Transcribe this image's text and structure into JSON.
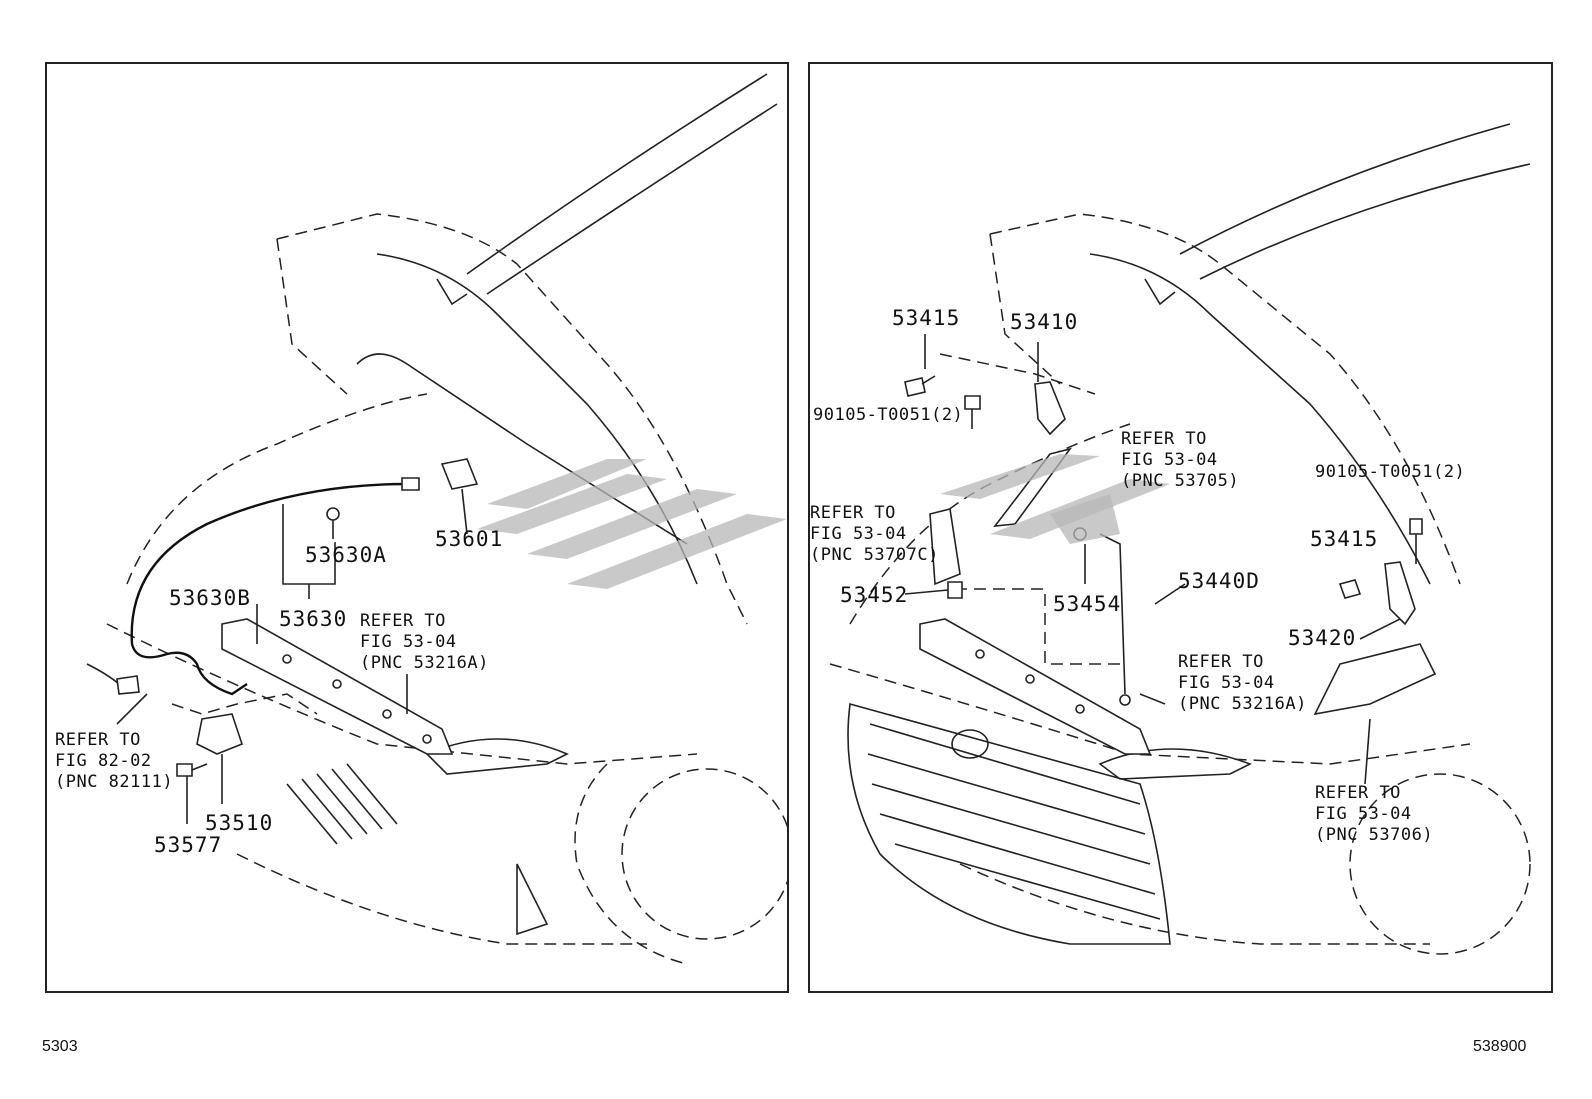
{
  "left_panel": {
    "labels": {
      "p53601": "53601",
      "p53630A": "53630A",
      "p53630": "53630",
      "p53630B": "53630B",
      "p53510": "53510",
      "p53577": "53577",
      "refer_82_l1": "REFER TO",
      "refer_82_l2": "FIG 82-02",
      "refer_82_l3": "(PNC 82111)",
      "refer_216_l1": "REFER TO",
      "refer_216_l2": "FIG 53-04",
      "refer_216_l3": "(PNC 53216A)"
    }
  },
  "right_panel": {
    "labels": {
      "p53415_top": "53415",
      "p53410": "53410",
      "bolt_left": "90105-T0051(2)",
      "refer_705_l1": "REFER TO",
      "refer_705_l2": "FIG 53-04",
      "refer_705_l3": "(PNC 53705)",
      "bolt_right": "90105-T0051(2)",
      "refer_707_l1": "REFER TO",
      "refer_707_l2": "FIG 53-04",
      "refer_707_l3": "(PNC 53707C)",
      "p53415_right": "53415",
      "p53452": "53452",
      "p53454": "53454",
      "p53440D": "53440D",
      "p53420": "53420",
      "refer_216_l1": "REFER TO",
      "refer_216_l2": "FIG 53-04",
      "refer_216_l3": "(PNC 53216A)",
      "refer_706_l1": "REFER TO",
      "refer_706_l2": "FIG 53-04",
      "refer_706_l3": "(PNC 53706)"
    }
  },
  "footer": {
    "left_code": "5303",
    "right_code": "538900"
  }
}
